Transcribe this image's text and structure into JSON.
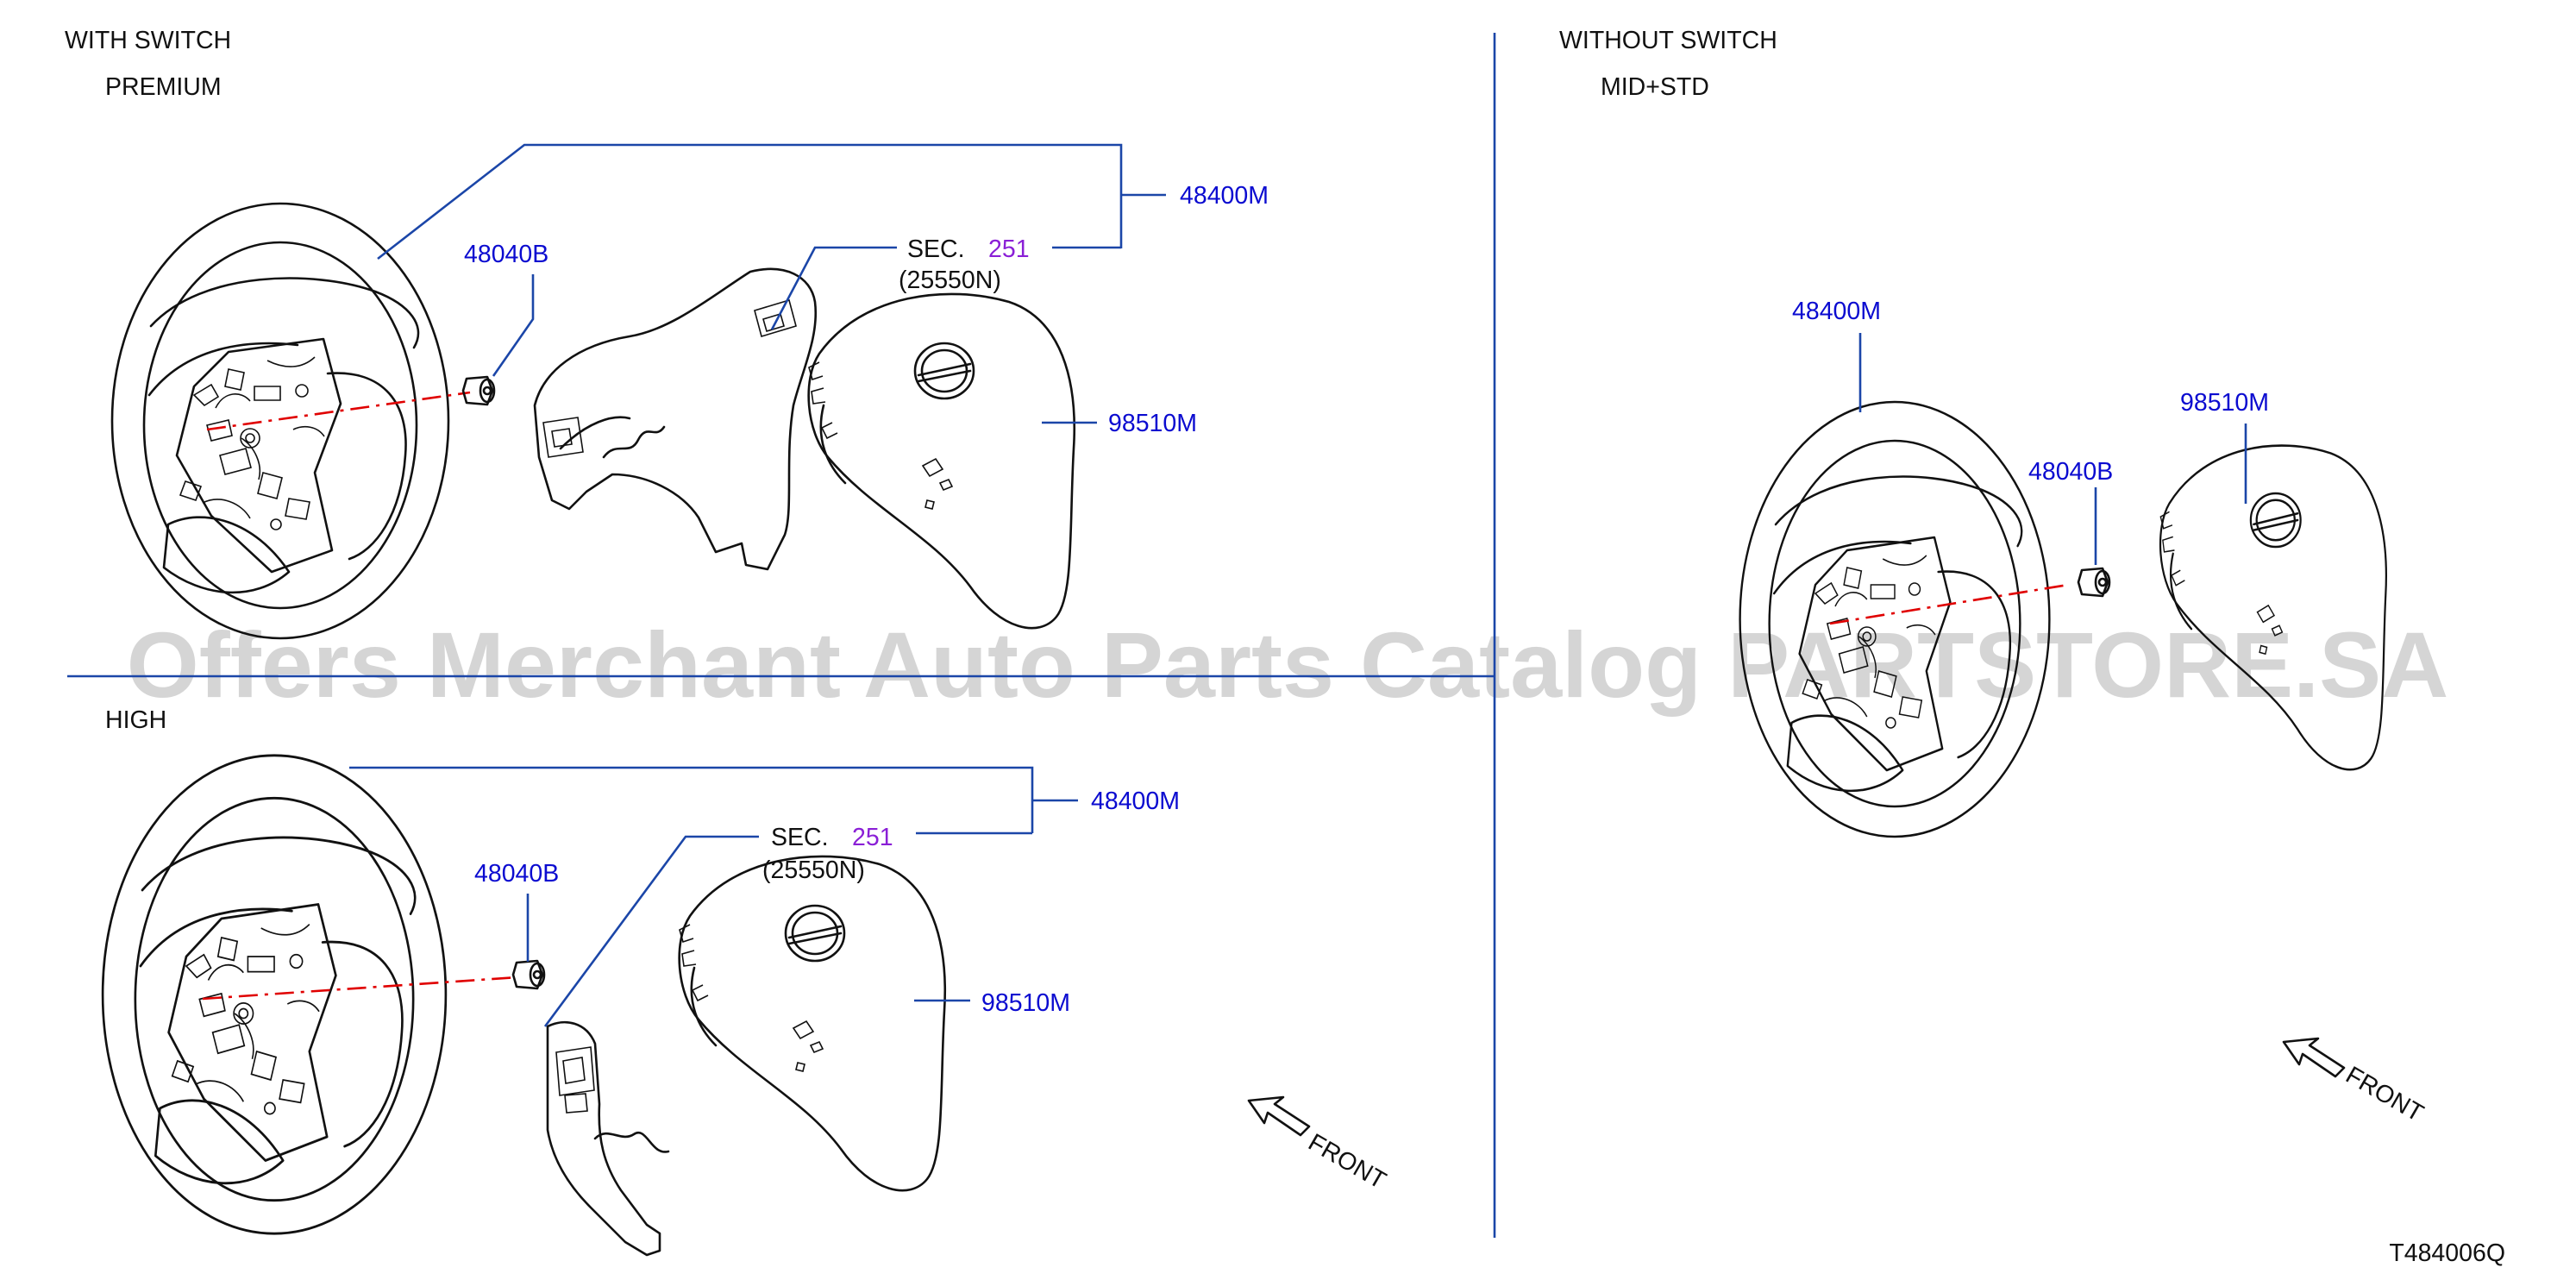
{
  "sections": {
    "with_switch": "WITH   SWITCH",
    "premium": "PREMIUM",
    "high": "HIGH",
    "without_switch": "WITHOUT   SWITCH",
    "mid_std": "MID+STD"
  },
  "parts": {
    "steering_wheel": "48400M",
    "bolt": "48040B",
    "airbag_module": "98510M",
    "sec_prefix": "SEC.",
    "sec_number": "251",
    "sec_part": "(25550N)"
  },
  "front_label": "FRONT",
  "diagram_code": "T484006Q",
  "watermark": "Offers Merchant Auto Parts Catalog PARTSTORE.SA",
  "colors": {
    "part_link": "#0b0bd0",
    "section_link": "#8a1fd6",
    "leader_line": "#1b46a8",
    "center_axis": "#e00000",
    "watermark": "#b3b3b3"
  }
}
